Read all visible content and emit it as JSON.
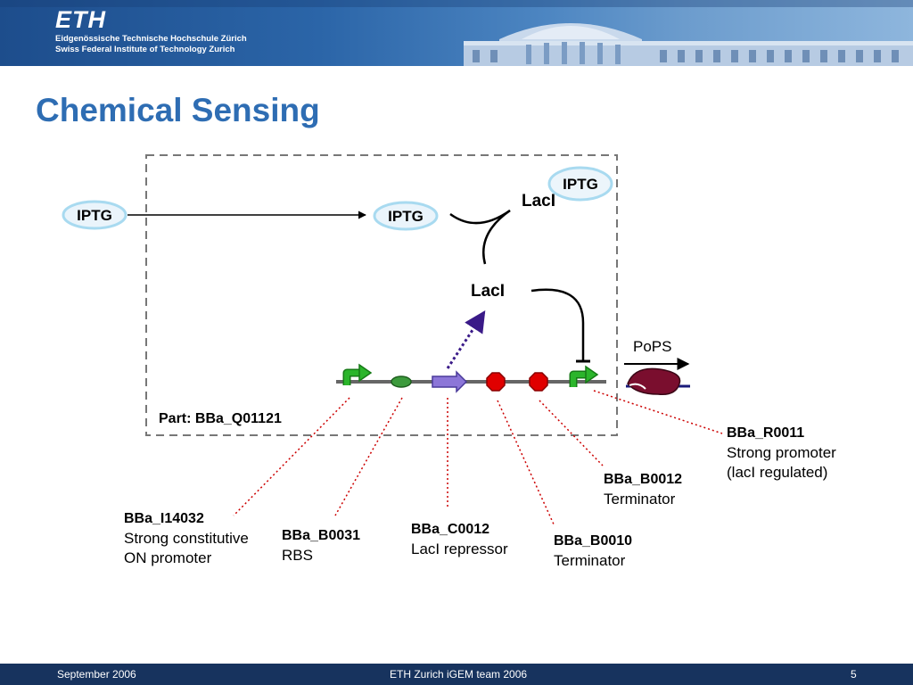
{
  "header": {
    "logo": "ETH",
    "subtitle_line1": "Eidgenössische Technische Hochschule Zürich",
    "subtitle_line2": "Swiss Federal Institute of Technology Zurich"
  },
  "slide": {
    "title": "Chemical Sensing"
  },
  "diagram": {
    "iptg_outside": "IPTG",
    "iptg_inside": "IPTG",
    "iptg_bound": "IPTG",
    "laci_bound": "LacI",
    "laci_free": "LacI",
    "pops": "PoPS",
    "part_label": "Part: BBa_Q01121",
    "colors": {
      "box_border": "#777777",
      "promoter_green": "#2bb52b",
      "rbs_green": "#3c9a3c",
      "coding_purple": "#8c76d8",
      "terminator_red": "#e00000",
      "leader_red": "#cc0000",
      "product_maroon": "#7a0e2e",
      "mrna_navy": "#1a1a7a",
      "dotted_arrow": "#3a1a88",
      "ellipse_fill": "#eaf4fb",
      "ellipse_stroke": "#a8daf0"
    },
    "parts": [
      {
        "id": "BBa_I14032",
        "desc_line1": "Strong constitutive",
        "desc_line2": "ON promoter",
        "icon": "promoter-arrow-icon"
      },
      {
        "id": "BBa_B0031",
        "desc_line1": "RBS",
        "icon": "rbs-ellipse-icon"
      },
      {
        "id": "BBa_C0012",
        "desc_line1": "LacI repressor",
        "icon": "coding-sequence-arrow-icon"
      },
      {
        "id": "BBa_B0010",
        "desc_line1": "Terminator",
        "icon": "terminator-octagon-icon"
      },
      {
        "id": "BBa_B0012",
        "desc_line1": "Terminator",
        "icon": "terminator-octagon-icon"
      },
      {
        "id": "BBa_R0011",
        "desc_line1": "Strong promoter",
        "desc_line2": "(lacI regulated)",
        "icon": "promoter-arrow-icon"
      }
    ]
  },
  "footer": {
    "date": "September 2006",
    "center": "ETH Zurich iGEM team 2006",
    "page": "5"
  }
}
